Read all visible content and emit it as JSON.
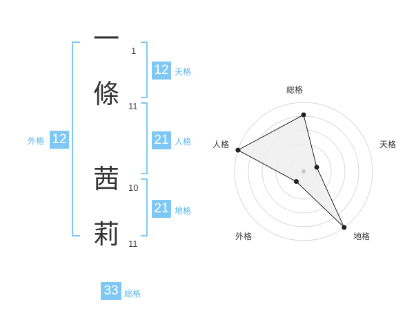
{
  "name_chars": [
    {
      "char": "一",
      "strokes": "1"
    },
    {
      "char": "條",
      "strokes": "11"
    },
    {
      "char": "茜",
      "strokes": "10"
    },
    {
      "char": "莉",
      "strokes": "11"
    }
  ],
  "scores": {
    "tenkaku": {
      "value": "12",
      "label": "天格"
    },
    "jinkaku": {
      "value": "21",
      "label": "人格"
    },
    "chikaku": {
      "value": "21",
      "label": "地格"
    },
    "gaikaku": {
      "value": "12",
      "label": "外格"
    },
    "soukaku": {
      "value": "33",
      "label": "総格"
    }
  },
  "radar": {
    "axes": [
      "総格",
      "天格",
      "地格",
      "外格",
      "人格"
    ],
    "levels": 5,
    "values": [
      0.82,
      0.2,
      1.0,
      0.18,
      1.0
    ],
    "colors": {
      "grid": "#d8d8d8",
      "fill": "#eeeeee",
      "line": "#222222",
      "center": "#c8c8c8"
    }
  },
  "colors": {
    "accent": "#7fc8f5"
  }
}
